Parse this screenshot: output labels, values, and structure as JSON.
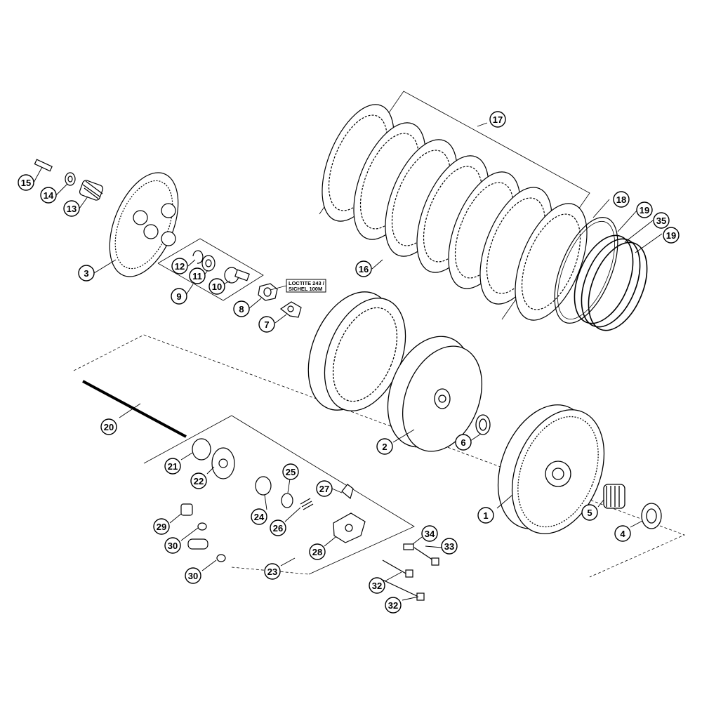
{
  "callouts": {
    "c1": "1",
    "c2": "2",
    "c3": "3",
    "c4": "4",
    "c5": "5",
    "c6": "6",
    "c7": "7",
    "c8": "8",
    "c9": "9",
    "c10": "10",
    "c11": "11",
    "c12": "12",
    "c13": "13",
    "c14": "14",
    "c15": "15",
    "c16": "16",
    "c17": "17",
    "c18": "18",
    "c19a": "19",
    "c19b": "19",
    "c20": "20",
    "c21": "21",
    "c22": "22",
    "c23": "23",
    "c24": "24",
    "c25": "25",
    "c26": "26",
    "c27": "27",
    "c28": "28",
    "c29": "29",
    "c30a": "30",
    "c30b": "30",
    "c32a": "32",
    "c32b": "32",
    "c33": "33",
    "c34": "34",
    "c35": "35"
  },
  "note": {
    "line1": "LOCTITE 243 /",
    "line2": "SICHEL 100M"
  }
}
